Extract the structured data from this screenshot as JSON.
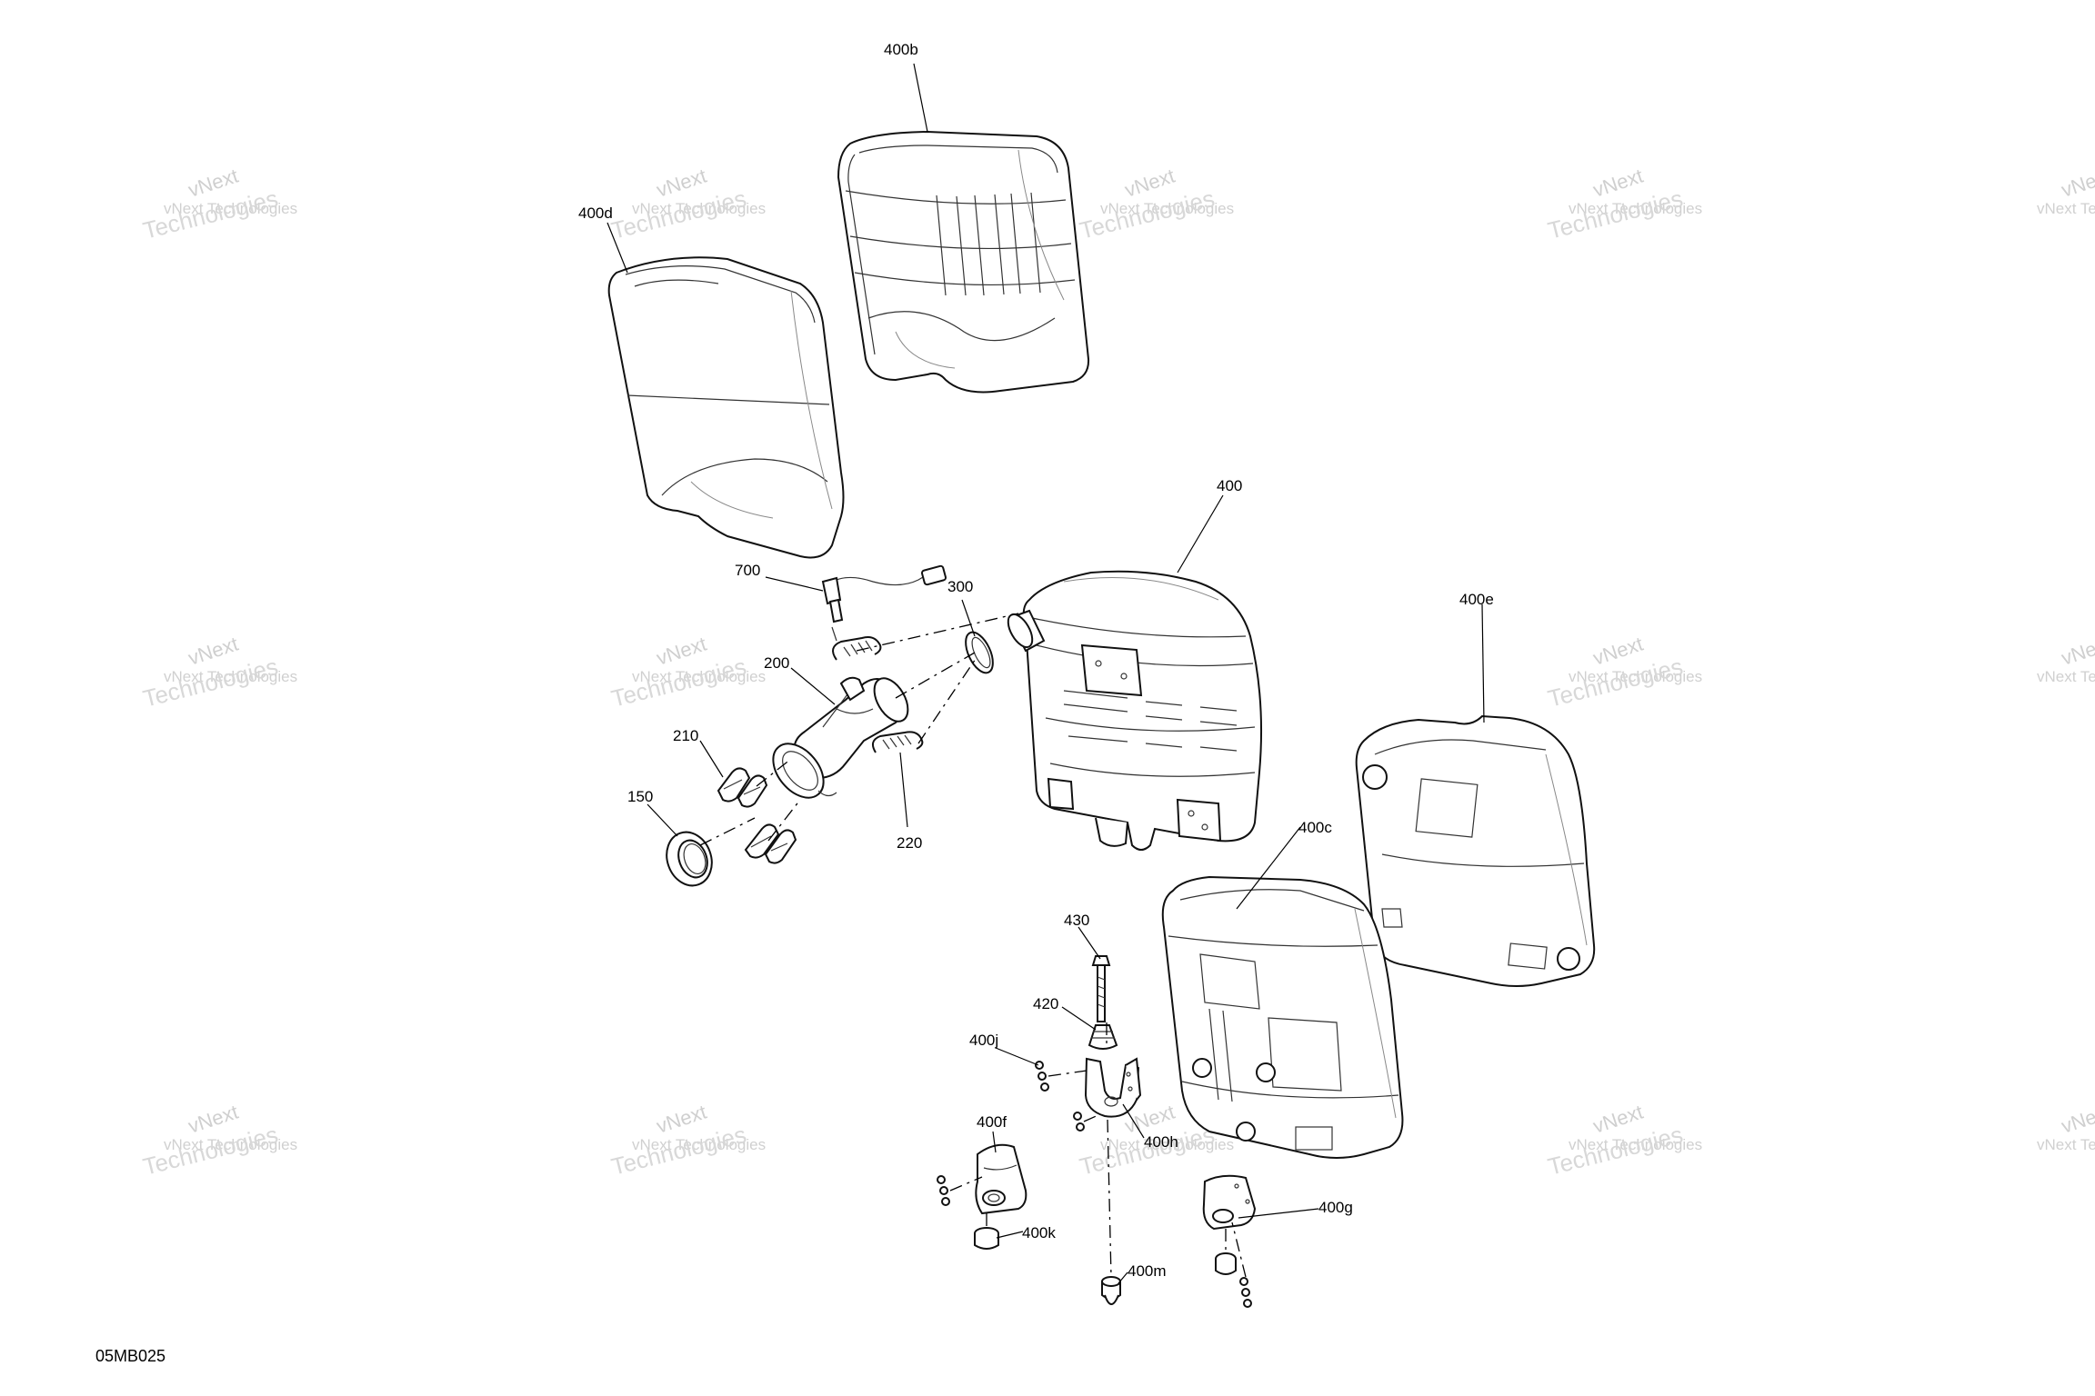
{
  "drawing": {
    "id": "05MB025"
  },
  "watermark": {
    "line_top": "vNext",
    "line_1": "vNext Technologies",
    "line_2": "Technologies"
  },
  "callouts": [
    {
      "label": "400b"
    },
    {
      "label": "400d"
    },
    {
      "label": "400"
    },
    {
      "label": "700"
    },
    {
      "label": "300"
    },
    {
      "label": "200"
    },
    {
      "label": "210"
    },
    {
      "label": "150"
    },
    {
      "label": "220"
    },
    {
      "label": "400e"
    },
    {
      "label": "400c"
    },
    {
      "label": "430"
    },
    {
      "label": "420"
    },
    {
      "label": "400j"
    },
    {
      "label": "400f"
    },
    {
      "label": "400h"
    },
    {
      "label": "400k"
    },
    {
      "label": "400m"
    },
    {
      "label": "400g"
    }
  ]
}
